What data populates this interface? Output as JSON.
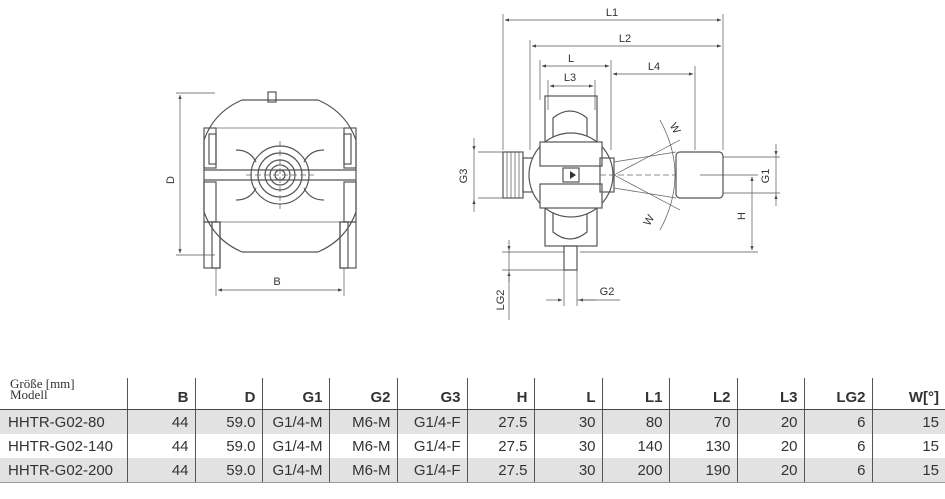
{
  "dimension_labels": {
    "D": "D",
    "B": "B",
    "L1": "L1",
    "L2": "L2",
    "L": "L",
    "L3": "L3",
    "L4": "L4",
    "G1": "G1",
    "G2": "G2",
    "G3": "G3",
    "H": "H",
    "LG2": "LG2",
    "W": "W"
  },
  "table": {
    "header_size": "Größe [mm]",
    "header_model": "Modell",
    "columns": [
      "B",
      "D",
      "G1",
      "G2",
      "G3",
      "H",
      "L",
      "L1",
      "L2",
      "L3",
      "LG2",
      "W[°]"
    ],
    "rows": [
      {
        "model": "HHTR-G02-80",
        "cells": [
          "44",
          "59.0",
          "G1/4-M",
          "M6-M",
          "G1/4-F",
          "27.5",
          "30",
          "80",
          "70",
          "20",
          "6",
          "15"
        ]
      },
      {
        "model": "HHTR-G02-140",
        "cells": [
          "44",
          "59.0",
          "G1/4-M",
          "M6-M",
          "G1/4-F",
          "27.5",
          "30",
          "140",
          "130",
          "20",
          "6",
          "15"
        ]
      },
      {
        "model": "HHTR-G02-200",
        "cells": [
          "44",
          "59.0",
          "G1/4-M",
          "M6-M",
          "G1/4-F",
          "27.5",
          "30",
          "200",
          "190",
          "20",
          "6",
          "15"
        ]
      }
    ]
  }
}
